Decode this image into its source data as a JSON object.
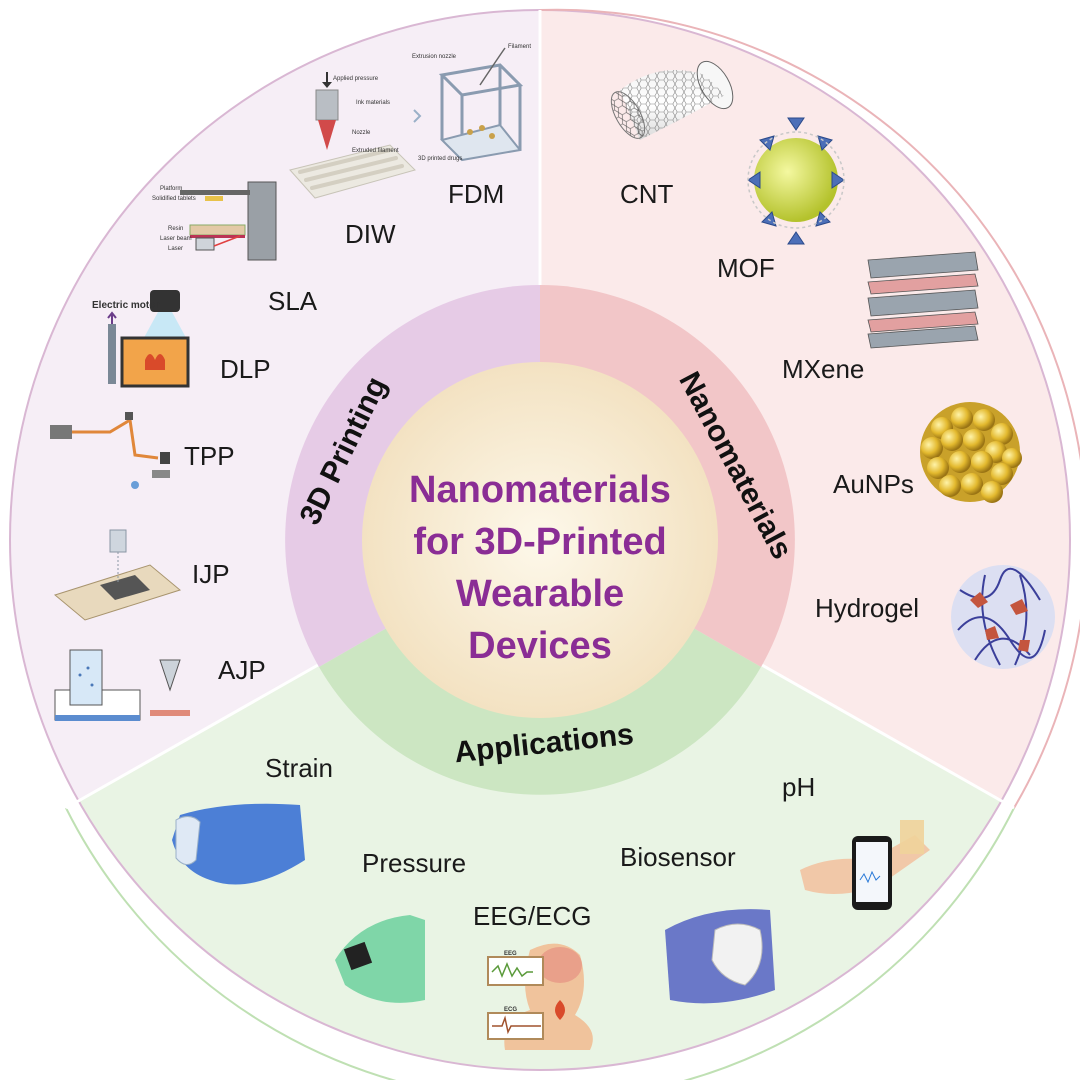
{
  "center_title": [
    "Nanomaterials",
    "for 3D-Printed",
    "Wearable",
    "Devices"
  ],
  "rings": {
    "printing": "3D Printing",
    "nanomaterials": "Nanomaterials",
    "applications": "Applications"
  },
  "printing_methods": [
    "FDM",
    "DIW",
    "SLA",
    "DLP",
    "TPP",
    "IJP",
    "AJP"
  ],
  "nanomaterials": [
    "CNT",
    "MOF",
    "MXene",
    "AuNPs",
    "Hydrogel"
  ],
  "applications": [
    "Strain",
    "Pressure",
    "EEG/ECG",
    "Biosensor",
    "pH"
  ],
  "illustration_text": {
    "fdm_filament": "Filament",
    "fdm_nozzle": "Extrusion nozzle",
    "fdm_drugs": "3D printed drugs",
    "diw_pressure": "Applied pressure",
    "diw_ink": "Ink materials",
    "diw_nozzle": "Nozzle",
    "diw_filament": "Extruded filament",
    "sla_platform": "Platform",
    "sla_tablets": "Solidified tablets",
    "sla_resin": "Resin",
    "sla_beam": "Laser beam",
    "sla_laser": "Laser",
    "dlp_motor": "Electric motor",
    "eeg": "EEG",
    "ecg": "ECG"
  },
  "colors": {
    "printing_outer": "#f6eef6",
    "printing_ring": "#e6cbe6",
    "nano_outer": "#fbeaea",
    "nano_ring": "#f2c6c8",
    "app_outer": "#e9f4e4",
    "app_ring": "#cce6c2",
    "center": "#f8efd8",
    "title": "#8a2d95"
  }
}
